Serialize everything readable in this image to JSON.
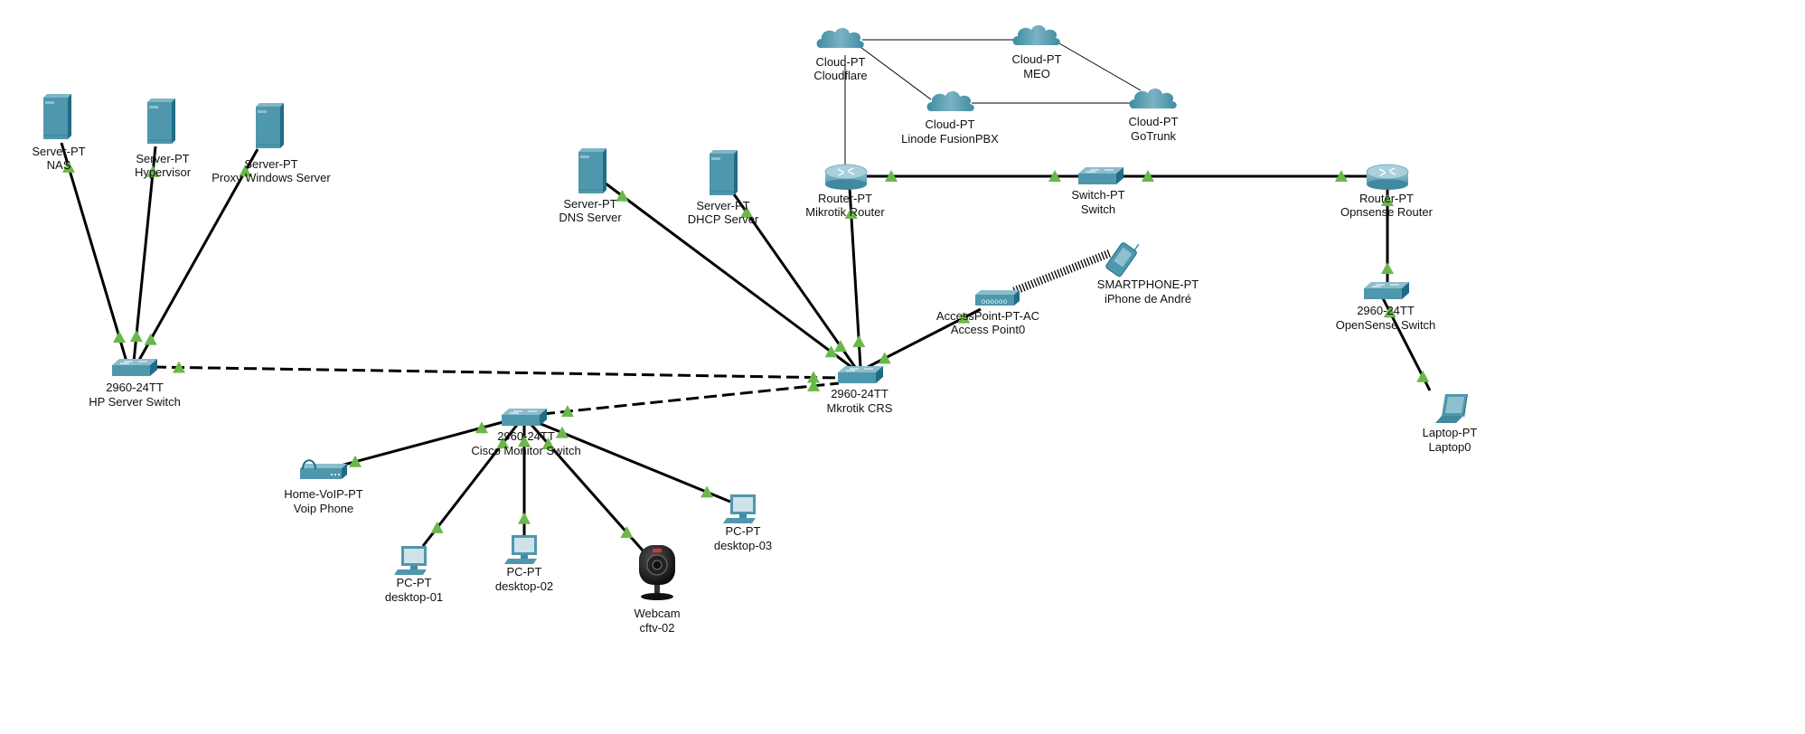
{
  "topology": {
    "devices": [
      {
        "id": "nas",
        "type": "server",
        "model": "Server-PT",
        "name": "NAS"
      },
      {
        "id": "hypervisor",
        "type": "server",
        "model": "Server-PT",
        "name": "Hypervisor"
      },
      {
        "id": "proxy",
        "type": "server",
        "model": "Server-PT",
        "name": "Proxy Windows Server"
      },
      {
        "id": "hp_switch",
        "type": "switch",
        "model": "2960-24TT",
        "name": "HP Server Switch"
      },
      {
        "id": "dns",
        "type": "server",
        "model": "Server-PT",
        "name": "DNS Server"
      },
      {
        "id": "dhcp",
        "type": "server",
        "model": "Server-PT",
        "name": "DHCP Server"
      },
      {
        "id": "mikrotik_router",
        "type": "router",
        "model": "Router-PT",
        "name": "Mikrotik Router"
      },
      {
        "id": "cloudflare",
        "type": "cloud",
        "model": "Cloud-PT",
        "name": "Cloudflare"
      },
      {
        "id": "meo",
        "type": "cloud",
        "model": "Cloud-PT",
        "name": "MEO"
      },
      {
        "id": "linode",
        "type": "cloud",
        "model": "Cloud-PT",
        "name": "Linode FusionPBX"
      },
      {
        "id": "gotrunk",
        "type": "cloud",
        "model": "Cloud-PT",
        "name": "GoTrunk"
      },
      {
        "id": "switch_pt",
        "type": "switch",
        "model": "Switch-PT",
        "name": "Switch"
      },
      {
        "id": "opnsense_router",
        "type": "router",
        "model": "Router-PT",
        "name": "Opnsense Router"
      },
      {
        "id": "opensense_switch",
        "type": "switch",
        "model": "2960-24TT",
        "name": "OpenSense Switch"
      },
      {
        "id": "laptop0",
        "type": "laptop",
        "model": "Laptop-PT",
        "name": "Laptop0"
      },
      {
        "id": "ap0",
        "type": "accesspoint",
        "model": "AccessPoint-PT-AC",
        "name": "Access Point0"
      },
      {
        "id": "iphone",
        "type": "smartphone",
        "model": "SMARTPHONE-PT",
        "name": "iPhone de André"
      },
      {
        "id": "mkrotik_crs",
        "type": "switch",
        "model": "2960-24TT",
        "name": "Mkrotik CRS"
      },
      {
        "id": "cisco_monitor",
        "type": "switch",
        "model": "2960-24TT",
        "name": "Cisco Monitor Switch"
      },
      {
        "id": "voip",
        "type": "voip",
        "model": "Home-VoIP-PT",
        "name": "Voip Phone"
      },
      {
        "id": "desktop01",
        "type": "pc",
        "model": "PC-PT",
        "name": "desktop-01"
      },
      {
        "id": "desktop02",
        "type": "pc",
        "model": "PC-PT",
        "name": "desktop-02"
      },
      {
        "id": "webcam",
        "type": "webcam",
        "model": "Webcam",
        "name": "cftv-02"
      },
      {
        "id": "desktop03",
        "type": "pc",
        "model": "PC-PT",
        "name": "desktop-03"
      }
    ],
    "links": [
      {
        "from": "nas",
        "to": "hp_switch",
        "style": "straight"
      },
      {
        "from": "hypervisor",
        "to": "hp_switch",
        "style": "straight"
      },
      {
        "from": "proxy",
        "to": "hp_switch",
        "style": "straight"
      },
      {
        "from": "hp_switch",
        "to": "mkrotik_crs",
        "style": "crossover"
      },
      {
        "from": "cisco_monitor",
        "to": "mkrotik_crs",
        "style": "crossover"
      },
      {
        "from": "dns",
        "to": "mkrotik_crs",
        "style": "straight"
      },
      {
        "from": "dhcp",
        "to": "mkrotik_crs",
        "style": "straight"
      },
      {
        "from": "mikrotik_router",
        "to": "mkrotik_crs",
        "style": "straight"
      },
      {
        "from": "ap0",
        "to": "mkrotik_crs",
        "style": "straight"
      },
      {
        "from": "ap0",
        "to": "iphone",
        "style": "wireless"
      },
      {
        "from": "mikrotik_router",
        "to": "switch_pt",
        "style": "straight"
      },
      {
        "from": "switch_pt",
        "to": "opnsense_router",
        "style": "straight"
      },
      {
        "from": "opnsense_router",
        "to": "opensense_switch",
        "style": "straight"
      },
      {
        "from": "opensense_switch",
        "to": "laptop0",
        "style": "straight"
      },
      {
        "from": "cloudflare",
        "to": "mikrotik_router",
        "style": "serial"
      },
      {
        "from": "cloudflare",
        "to": "meo",
        "style": "serial"
      },
      {
        "from": "cloudflare",
        "to": "linode",
        "style": "serial"
      },
      {
        "from": "meo",
        "to": "gotrunk",
        "style": "serial"
      },
      {
        "from": "linode",
        "to": "gotrunk",
        "style": "serial"
      },
      {
        "from": "voip",
        "to": "cisco_monitor",
        "style": "straight"
      },
      {
        "from": "desktop01",
        "to": "cisco_monitor",
        "style": "straight"
      },
      {
        "from": "desktop02",
        "to": "cisco_monitor",
        "style": "straight"
      },
      {
        "from": "webcam",
        "to": "cisco_monitor",
        "style": "straight"
      },
      {
        "from": "desktop03",
        "to": "cisco_monitor",
        "style": "straight"
      }
    ],
    "link_status": "up",
    "colors": {
      "device_teal": "#4f97ad",
      "device_teal_dark": "#1f6c86",
      "link_up": "#6ab84a",
      "cable": "#000000",
      "background": "#ffffff"
    }
  }
}
